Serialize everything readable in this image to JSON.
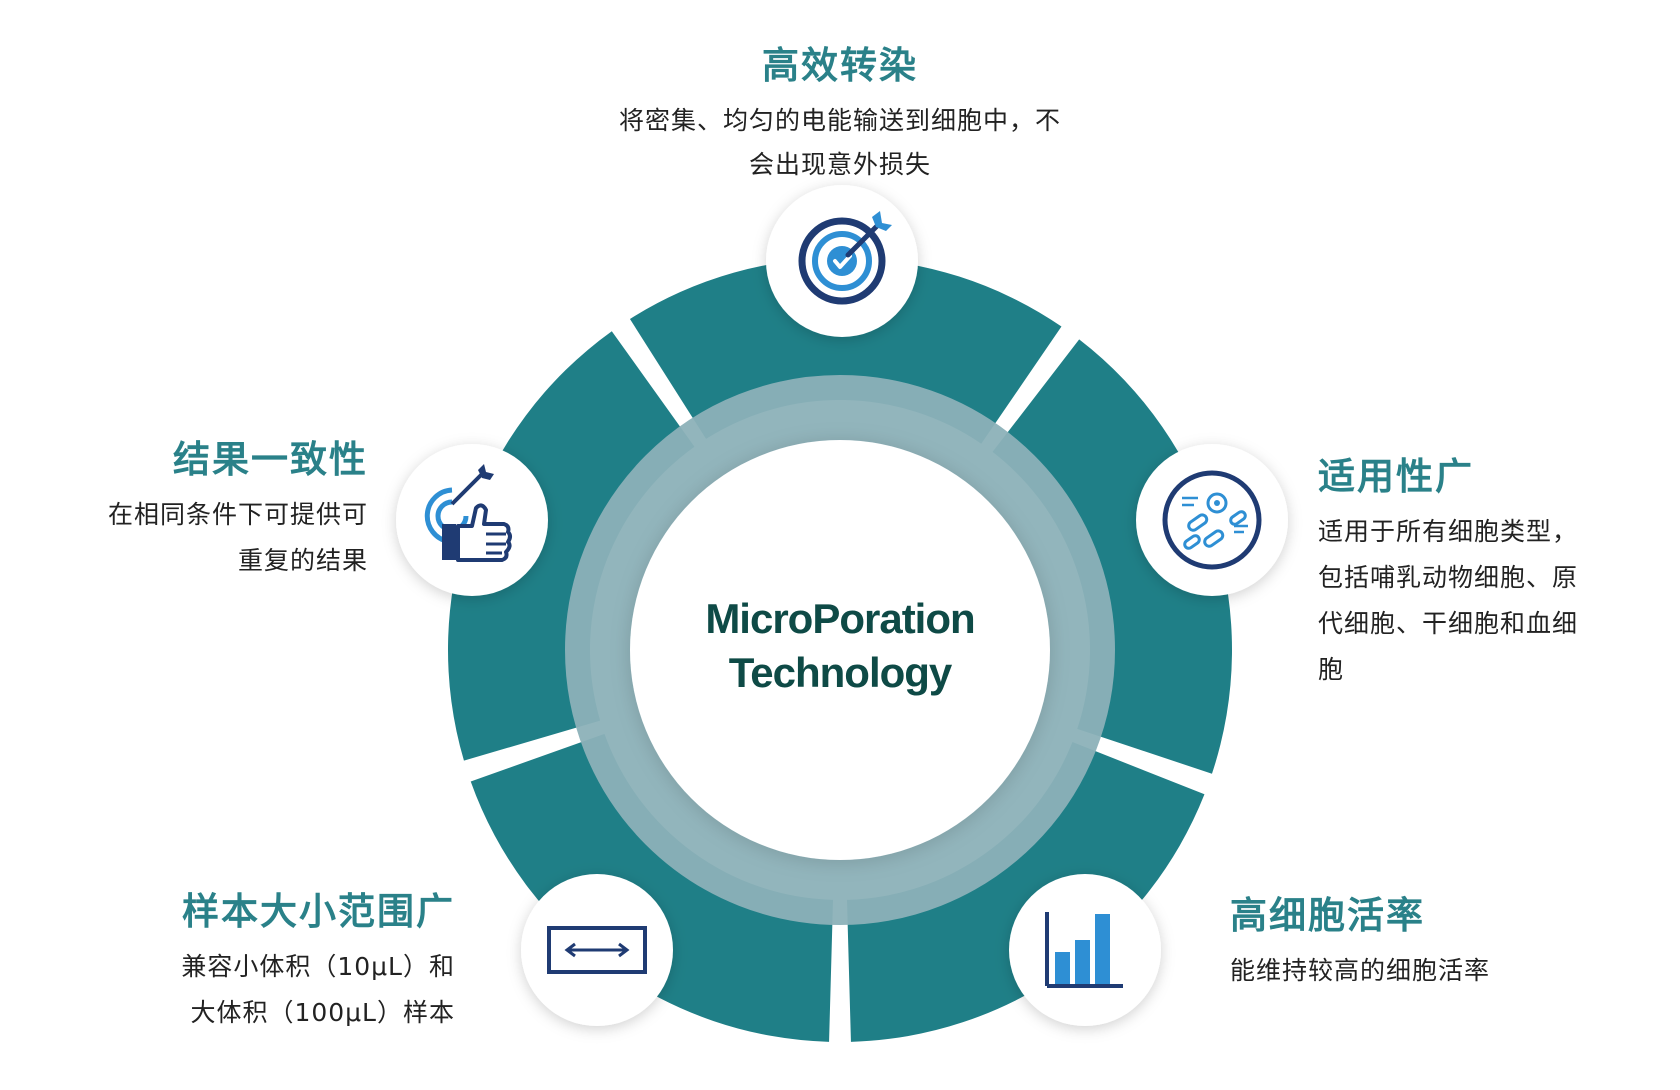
{
  "center": {
    "line1": "MicroPoration",
    "line2": "Technology"
  },
  "features": {
    "top": {
      "title": "高效转染",
      "desc1": "将密集、均匀的电能输送到细胞中，不",
      "desc2": "会出现意外损失",
      "icon": "target-check-icon"
    },
    "right": {
      "title": "适用性广",
      "desc1": "适用于所有细胞类型，",
      "desc2": "包括哺乳动物细胞、原",
      "desc3": "代细胞、干细胞和血细",
      "desc4": "胞",
      "icon": "cells-icon"
    },
    "bottom_right": {
      "title": "高细胞活率",
      "desc1": "能维持较高的细胞活率",
      "icon": "bar-chart-icon"
    },
    "bottom_left": {
      "title": "样本大小范围广",
      "desc1": "兼容小体积（10μL）和",
      "desc2": "大体积（100μL）样本",
      "icon": "range-arrow-icon"
    },
    "left": {
      "title": "结果一致性",
      "desc1": "在相同条件下可提供可",
      "desc2": "重复的结果",
      "icon": "target-thumbs-up-icon"
    }
  },
  "colors": {
    "ring": "#1f7f87",
    "inner_ring": "#8cb1b8",
    "title": "#2a8189",
    "icon_navy": "#1f3b73",
    "icon_blue": "#2e8fd4",
    "center_text": "#0e4a46"
  }
}
